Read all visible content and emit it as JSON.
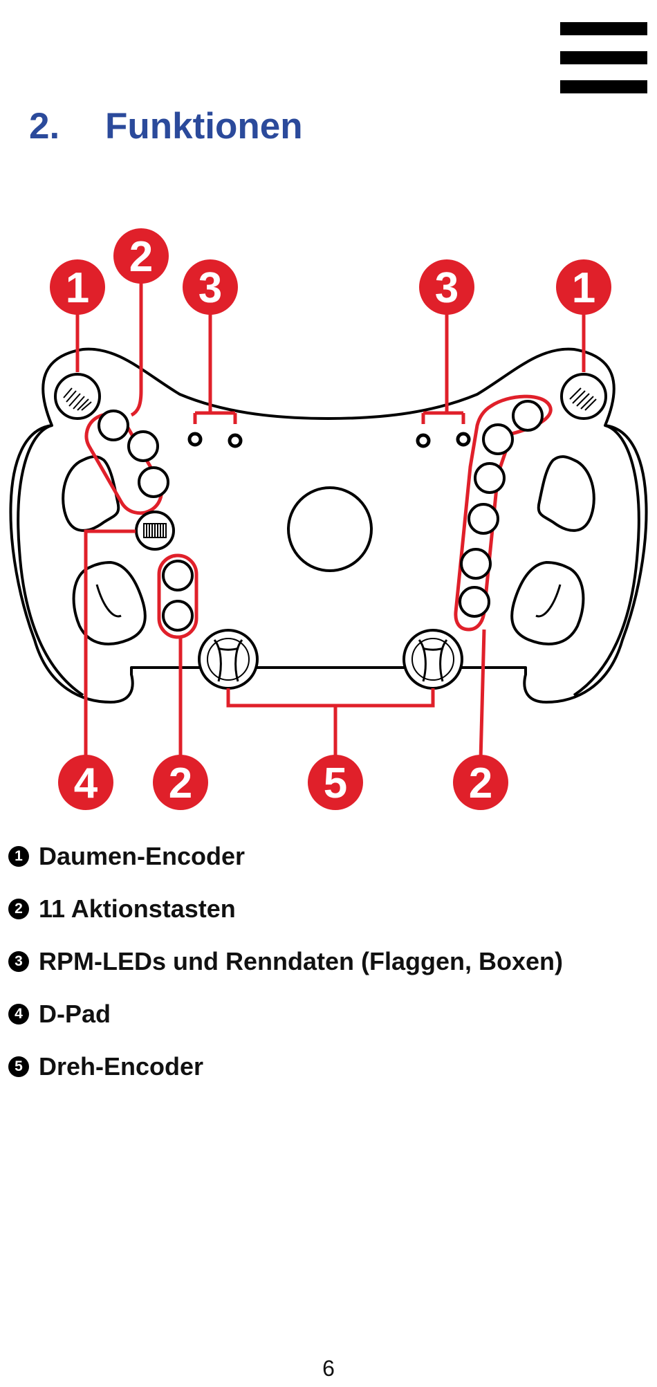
{
  "header": {
    "menu_icon": "hamburger-menu-icon"
  },
  "section": {
    "number": "2.",
    "title": "Funktionen"
  },
  "diagram": {
    "callouts": {
      "c1": "1",
      "c2": "2",
      "c3": "3",
      "c4": "4",
      "c5": "5"
    },
    "colors": {
      "callout": "#e0202a",
      "outline": "#000000",
      "fill": "#ffffff"
    }
  },
  "legend": [
    {
      "bullet": "1",
      "label": "Daumen-Encoder"
    },
    {
      "bullet": "2",
      "label": "11 Aktionstasten"
    },
    {
      "bullet": "3",
      "label": "RPM-LEDs und Renndaten (Flaggen, Boxen)"
    },
    {
      "bullet": "4",
      "label": "D-Pad"
    },
    {
      "bullet": "5",
      "label": "Dreh-Encoder"
    }
  ],
  "footer": {
    "page_number": "6"
  }
}
